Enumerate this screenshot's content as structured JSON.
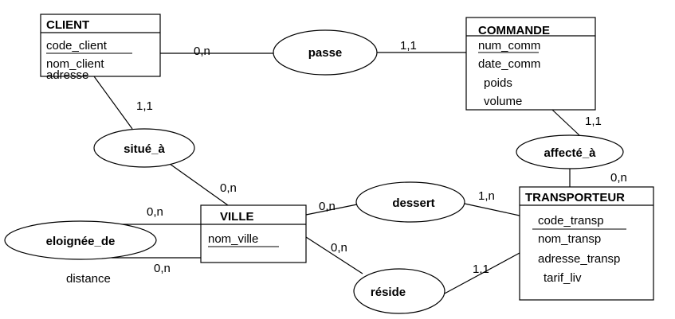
{
  "entities": {
    "client": {
      "name": "CLIENT",
      "attributes": [
        "code_client",
        "nom_client",
        "adresse"
      ]
    },
    "commande": {
      "name": "COMMANDE",
      "attributes": [
        "num_comm",
        "date_comm",
        "poids",
        "volume"
      ]
    },
    "ville": {
      "name": "VILLE",
      "attributes": [
        "nom_ville"
      ]
    },
    "transporteur": {
      "name": "TRANSPORTEUR",
      "attributes": [
        "code_transp",
        "nom_transp",
        "adresse_transp",
        "tarif_liv"
      ]
    }
  },
  "relationships": {
    "passe": "passe",
    "situe_a": "situé_à",
    "affecte_a": "affecté_à",
    "dessert": "dessert",
    "reside": "réside",
    "eloignee_de": "eloignée_de"
  },
  "relationship_attributes": {
    "eloignee_de": "distance"
  },
  "cardinalities": {
    "client_passe": "0,n",
    "commande_passe": "1,1",
    "client_situe": "1,1",
    "ville_situe": "0,n",
    "commande_affecte": "1,1",
    "transporteur_affecte": "0,n",
    "ville_dessert": "0,n",
    "transporteur_dessert": "1,n",
    "ville_reside": "0,n",
    "transporteur_reside": "1,1",
    "ville_eloignee_top": "0,n",
    "ville_eloignee_bottom": "0,n"
  }
}
